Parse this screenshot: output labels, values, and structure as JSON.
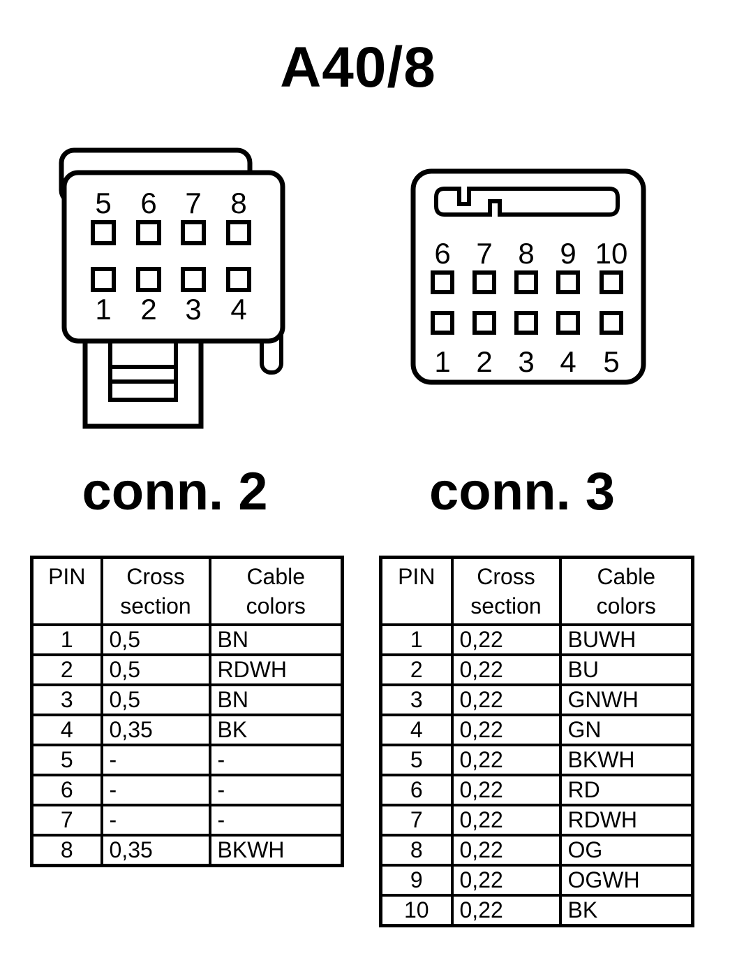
{
  "title": "A40/8",
  "colors": {
    "ink": "#000000",
    "paper": "#ffffff"
  },
  "connectors": {
    "conn2": {
      "label": "conn. 2",
      "top_pins": [
        "5",
        "6",
        "7",
        "8"
      ],
      "bottom_pins": [
        "1",
        "2",
        "3",
        "4"
      ]
    },
    "conn3": {
      "label": "conn. 3",
      "top_pins": [
        "6",
        "7",
        "8",
        "9",
        "10"
      ],
      "bottom_pins": [
        "1",
        "2",
        "3",
        "4",
        "5"
      ]
    }
  },
  "tables": {
    "conn2": {
      "headers": [
        "PIN",
        "Cross section",
        "Cable colors"
      ],
      "rows": [
        [
          "1",
          "0,5",
          "BN"
        ],
        [
          "2",
          "0,5",
          "RDWH"
        ],
        [
          "3",
          "0,5",
          "BN"
        ],
        [
          "4",
          "0,35",
          "BK"
        ],
        [
          "5",
          "-",
          "-"
        ],
        [
          "6",
          "-",
          "-"
        ],
        [
          "7",
          "-",
          "-"
        ],
        [
          "8",
          "0,35",
          "BKWH"
        ]
      ]
    },
    "conn3": {
      "headers": [
        "PIN",
        "Cross section",
        "Cable colors"
      ],
      "rows": [
        [
          "1",
          "0,22",
          "BUWH"
        ],
        [
          "2",
          "0,22",
          "BU"
        ],
        [
          "3",
          "0,22",
          "GNWH"
        ],
        [
          "4",
          "0,22",
          "GN"
        ],
        [
          "5",
          "0,22",
          "BKWH"
        ],
        [
          "6",
          "0,22",
          "RD"
        ],
        [
          "7",
          "0,22",
          "RDWH"
        ],
        [
          "8",
          "0,22",
          "OG"
        ],
        [
          "9",
          "0,22",
          "OGWH"
        ],
        [
          "10",
          "0,22",
          "BK"
        ]
      ]
    }
  }
}
